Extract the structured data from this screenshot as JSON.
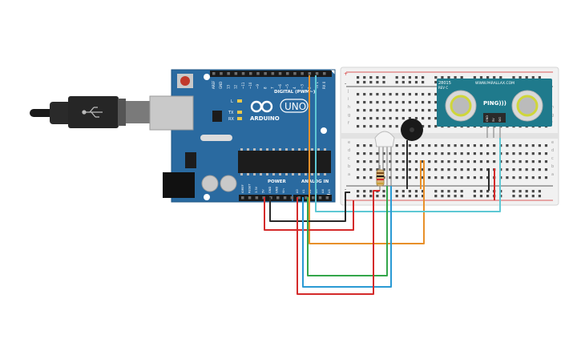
{
  "arduino": {
    "brand": "ARDUINO",
    "model": "UNO",
    "digital_label": "DIGITAL (PWM~)",
    "power_label": "POWER",
    "analog_label": "ANALOG IN",
    "led_labels": [
      "L",
      "TX",
      "RX"
    ],
    "digital_pins": [
      "AREF",
      "GND",
      "13",
      "12",
      "~11",
      "~10",
      "~9",
      "8",
      "7",
      "~6",
      "~5",
      "4",
      "~3",
      "2",
      "TX 1",
      "RX 0"
    ],
    "power_pins": [
      "IOREF",
      "RESET",
      "3.3V",
      "5V",
      "GND",
      "GND",
      "Vin"
    ],
    "analog_pins": [
      "A0",
      "A1",
      "A2",
      "A3",
      "A4",
      "A5"
    ]
  },
  "sensor": {
    "part_no": "28015",
    "rev": "REV C",
    "website": "WWW.PARALLAX.COM",
    "name": "PING)))",
    "pins": [
      "GND",
      "5V",
      "SIG"
    ]
  },
  "breadboard": {
    "row_letters": [
      "a",
      "b",
      "c",
      "d",
      "e",
      "f",
      "g",
      "h",
      "i",
      "j"
    ],
    "rail_signs": [
      "+",
      "-"
    ]
  },
  "colors": {
    "board": "#2a6aa0",
    "wire_red": "#d42a2a",
    "wire_black": "#2a2a2a",
    "wire_orange": "#e8902a",
    "wire_green": "#33a64a",
    "wire_blue": "#2a9ad4",
    "wire_cyan": "#5ec8d4",
    "sensor_pcb": "#1f7a8c"
  }
}
